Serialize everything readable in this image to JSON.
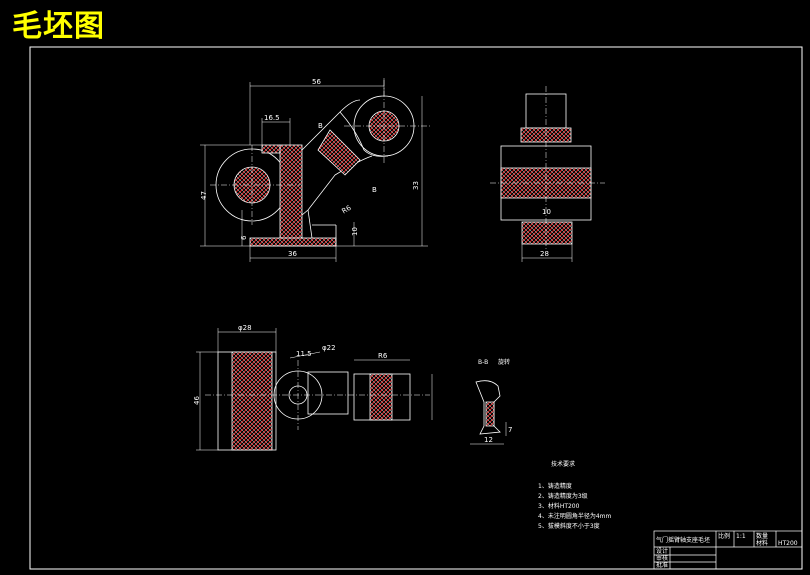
{
  "title": "毛坯图",
  "dims": {
    "d56": "56",
    "d16_5": "16.5",
    "d47": "47",
    "d33": "33",
    "d36": "36",
    "d6": "6",
    "d10": "10",
    "r6": "R6",
    "d28": "28",
    "phi28": "φ28",
    "phi22": "φ22",
    "d11_5": "11.5",
    "d46": "46",
    "r6b": "R6",
    "d7": "7",
    "d12": "12",
    "b": "B"
  },
  "section": {
    "label": "B-B",
    "caption": "旋转"
  },
  "notes": {
    "heading": "技术要求",
    "items": [
      "1、铸造精度",
      "2、铸造精度为3级",
      "3、材料HT200",
      "4、未注明圆角半径为4mm",
      "5、拔模斜度不小于3度"
    ]
  },
  "title_block": {
    "part_name": "气门摇臂轴支座毛坯",
    "scale_label": "比例",
    "scale": "1:1",
    "qty_label": "数量",
    "material_label": "材料",
    "material": "HT200",
    "drawn_label": "设计",
    "check_label": "审核",
    "approve_label": "批准"
  }
}
